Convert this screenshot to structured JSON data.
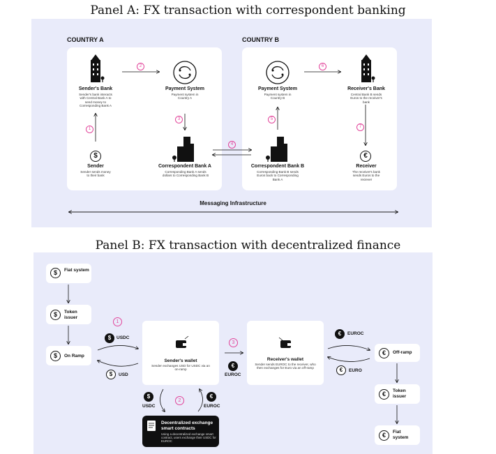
{
  "panel_a": {
    "title": "Panel A: FX transaction with correspondent banking",
    "country_a": "COUNTRY A",
    "country_b": "COUNTRY B",
    "messaging": "Messaging Infrastructure",
    "nodes": {
      "senders_bank": {
        "label": "Sender's Bank",
        "desc": "Sender's bank interacts with Central Bank A to send money to Corresponding Bank A"
      },
      "payment_a": {
        "label": "Payment System",
        "desc": "Payment system in Country A"
      },
      "sender": {
        "label": "Sender",
        "desc": "Sender sends money to their bank"
      },
      "corr_a": {
        "label": "Correspondent Bank A",
        "desc": "Corresponding Bank A sends dollars to Corresponding Bank B"
      },
      "payment_b": {
        "label": "Payment System",
        "desc": "Payment system in Country B"
      },
      "receivers_bank": {
        "label": "Receiver's Bank",
        "desc": "Central Bank B sends Euros to the receiver's bank"
      },
      "corr_b": {
        "label": "Correspondent Bank B",
        "desc": "Corresponding Bank B sends Euros back to Corresponding Bank A"
      },
      "receiver": {
        "label": "Receiver",
        "desc": "The receiver's bank sends Euros to the reciever"
      }
    },
    "steps": [
      "1",
      "2",
      "3",
      "4",
      "5",
      "6",
      "7"
    ]
  },
  "panel_b": {
    "title": "Panel B: FX transaction with decentralized finance",
    "left_nodes": [
      "Fiat system",
      "Token issuer",
      "On Ramp"
    ],
    "right_nodes": [
      "Off-ramp",
      "Token issuer",
      "Fiat system"
    ],
    "senders_wallet": {
      "label": "Sender's wallet",
      "desc": "Sender exchanges USD for USDC via an on-ramp"
    },
    "receivers_wallet": {
      "label": "Receiver's wallet",
      "desc": "Sender sends EUROC to the receiver, who then exchanges for Euro via an off-ramp"
    },
    "dex": {
      "label": "Decentralized exchange smart contracts",
      "desc": "Using a decentralized exchange smart contract, users exchange their USDC for EUROC"
    },
    "tokens": {
      "usdc": "USDC",
      "usd": "USD",
      "euroc": "EUROC",
      "euro": "EURO"
    },
    "steps": [
      "1",
      "2",
      "3"
    ]
  },
  "icons": {
    "dollar": "$",
    "euro": "€"
  },
  "colors": {
    "panel_bg": "#e9ebfa",
    "step": "#e2449a",
    "dark_box": "#0f0f10"
  }
}
